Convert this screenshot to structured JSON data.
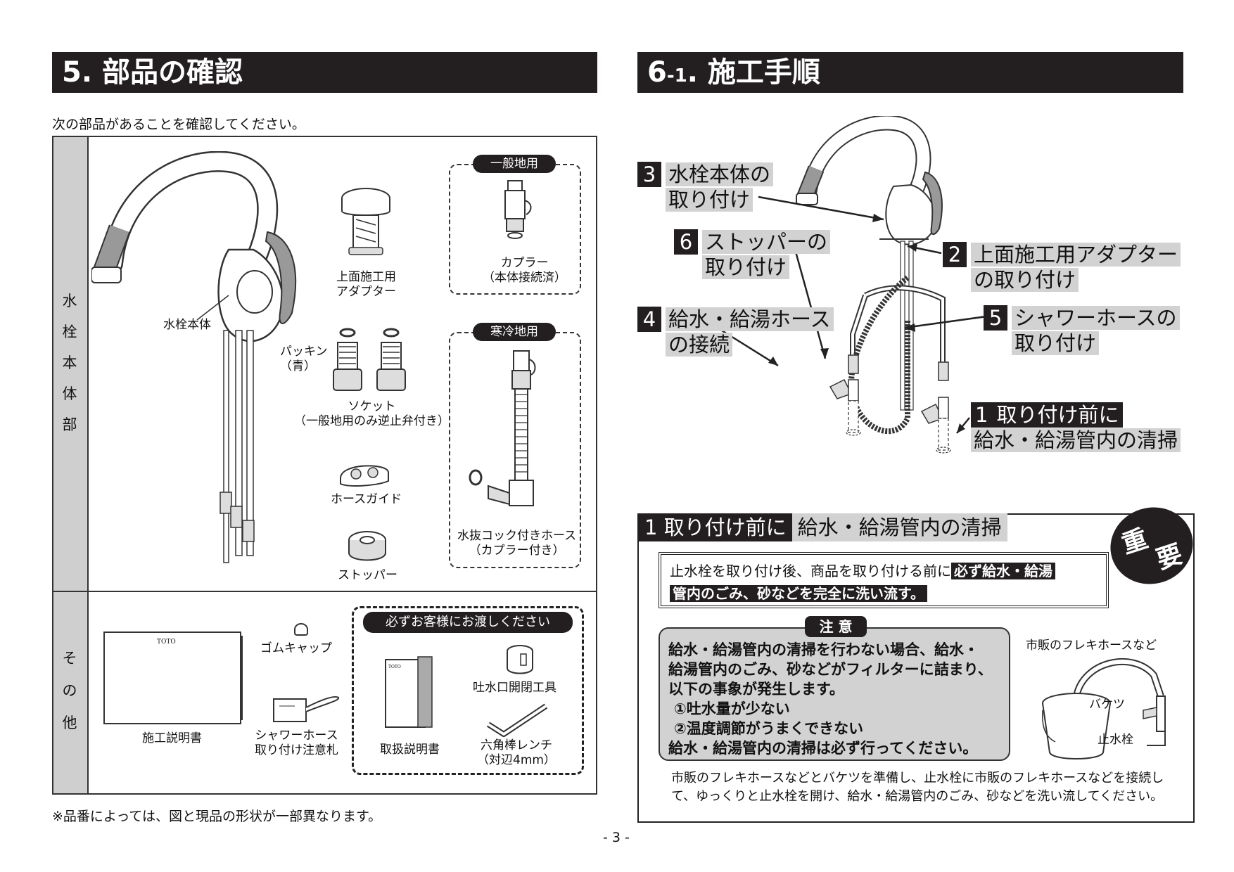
{
  "left": {
    "title": "5. 部品の確認",
    "intro": "次の部品があることを確認してください。",
    "section_main": [
      "水",
      "栓",
      "本",
      "体",
      "部"
    ],
    "section_other": [
      "そ",
      "の",
      "他"
    ],
    "label_faucet": "水栓本体",
    "label_adapter": [
      "上面施工用",
      "アダプター"
    ],
    "tag_general": "一般地用",
    "label_coupler": [
      "カプラー",
      "（本体接続済）"
    ],
    "label_packing": [
      "パッキン",
      "（青）"
    ],
    "label_socket": [
      "ソケット",
      "（一般地用のみ逆止弁付き）"
    ],
    "tag_cold": "寒冷地用",
    "label_hoseguide": "ホースガイド",
    "label_stopper": "ストッパー",
    "label_drainhose": [
      "水抜コック付きホース",
      "（カプラー付き）"
    ],
    "tag_customer": "必ずお客様にお渡しください",
    "label_install_manual": "施工説明書",
    "label_rubbercap": "ゴムキャップ",
    "label_shower_tag": [
      "シャワーホース",
      "取り付け注意札"
    ],
    "label_user_manual": "取扱説明書",
    "label_spout_tool": "吐水口開閉工具",
    "label_wrench": [
      "六角棒レンチ",
      "（対辺4mm）"
    ],
    "brand": "TOTO",
    "footnote": "※品番によっては、図と現品の形状が一部異なります。"
  },
  "right": {
    "title_main": "6",
    "title_sub": "-1",
    "title_rest": ". 施工手順",
    "callout3": {
      "num": "3",
      "line1": "水栓本体の",
      "line2": "取り付け"
    },
    "callout6": {
      "num": "6",
      "line1": "ストッパーの",
      "line2": "取り付け"
    },
    "callout2": {
      "num": "2",
      "line1": "上面施工用アダプター",
      "line2": "の取り付け"
    },
    "callout4": {
      "num": "4",
      "line1": "給水・給湯ホース",
      "line2": "の接続"
    },
    "callout5": {
      "num": "5",
      "line1": "シャワーホースの",
      "line2": "取り付け"
    },
    "callout1": {
      "num": "1",
      "line1": "取り付け前に",
      "line2": "給水・給湯管内の清掃"
    },
    "step1": {
      "heading_a": "1 取り付け前に",
      "heading_b": "給水・給湯管内の清掃",
      "badge_1": "重",
      "badge_2": "要",
      "box_line1_a": "止水栓を取り付け後、商品を取り付ける前に",
      "box_line1_b": "必ず給水・給湯",
      "box_line2": "管内のごみ、砂などを完全に洗い流す。",
      "caution_tag": "注 意",
      "caution_lines": [
        "給水・給湯管内の清掃を行わない場合、給水・",
        "給湯管内のごみ、砂などがフィルターに詰まり、",
        "以下の事象が発生します。",
        "①吐水量が少ない",
        "②温度調節がうまくできない",
        "給水・給湯管内の清掃は必ず行ってください。"
      ],
      "fig_hose": "市販のフレキホースなど",
      "fig_bucket": "バケツ",
      "fig_valve": "止水栓",
      "desc_line1": "市販のフレキホースなどとバケツを準備し、止水栓に市販のフレキホースなどを接続し",
      "desc_line2": "て、ゆっくりと止水栓を開け、給水・給湯管内のごみ、砂などを洗い流してください。"
    }
  },
  "page_number": "- 3 -"
}
